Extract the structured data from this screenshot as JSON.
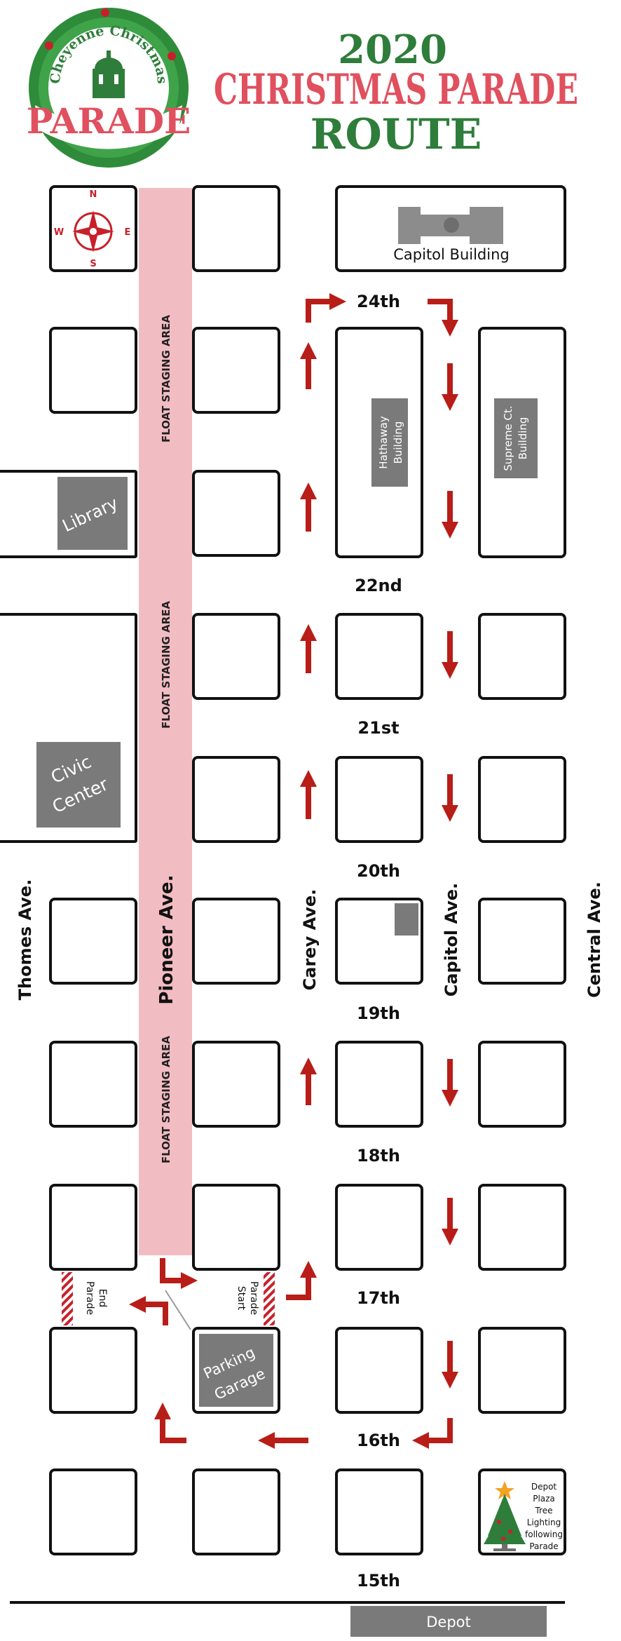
{
  "title": {
    "year": "2020",
    "line1": "CHRISTMAS PARADE",
    "line2": "ROUTE"
  },
  "logo": {
    "arc_text": "Cheyenne Christmas",
    "banner_text": "PARADE"
  },
  "compass": {
    "n": "N",
    "s": "S",
    "e": "E",
    "w": "W"
  },
  "streets": {
    "s24": "24th",
    "s22": "22nd",
    "s21": "21st",
    "s20": "20th",
    "s19": "19th",
    "s18": "18th",
    "s17": "17th",
    "s16": "16th",
    "s15": "15th"
  },
  "avenues": {
    "thomes": "Thomes Ave.",
    "pioneer": "Pioneer Ave.",
    "carey": "Carey Ave.",
    "capitol": "Capitol Ave.",
    "central": "Central Ave."
  },
  "landmarks": {
    "capitol_building": "Capitol Building",
    "hathaway": [
      "Hathaway",
      "Building"
    ],
    "supreme_ct": [
      "Supreme Ct.",
      "Building"
    ],
    "library": "Library",
    "civic_center": [
      "Civic",
      "Center"
    ],
    "parking_garage": [
      "Parking",
      "Garage"
    ],
    "depot": "Depot",
    "depot_plaza": [
      "Depot",
      "Plaza",
      "Tree",
      "Lighting",
      "following",
      "Parade"
    ]
  },
  "staging_label": "FLOAT STAGING AREA",
  "parade_start": [
    "Parade",
    "Start"
  ],
  "parade_end": [
    "Parade",
    "End"
  ],
  "colors": {
    "route_red": "#b81d18",
    "title_green": "#2e7d3a",
    "title_red": "#e0505e",
    "staging_pink": "#f2bcc3",
    "landmark_gray": "#7a7a7a"
  }
}
